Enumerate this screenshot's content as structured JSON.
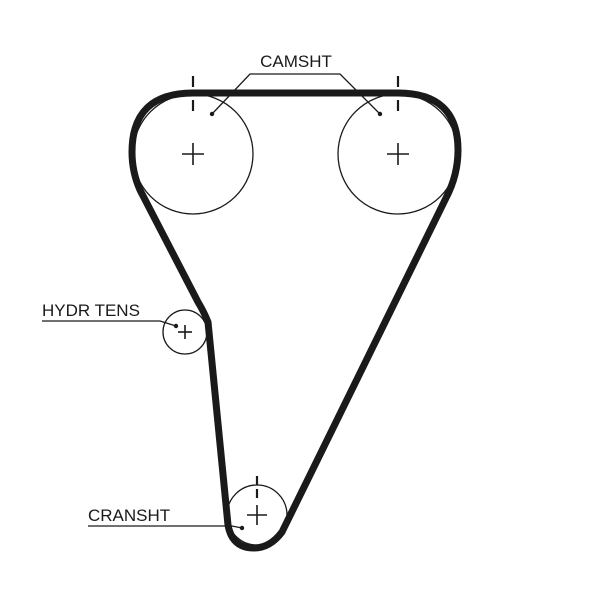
{
  "labels": {
    "camshaft": "CAMSHT",
    "tensioner": "HYDR TENS",
    "crankshaft": "CRANSHT"
  },
  "colors": {
    "belt": "#1a1a1a",
    "background": "#ffffff"
  }
}
